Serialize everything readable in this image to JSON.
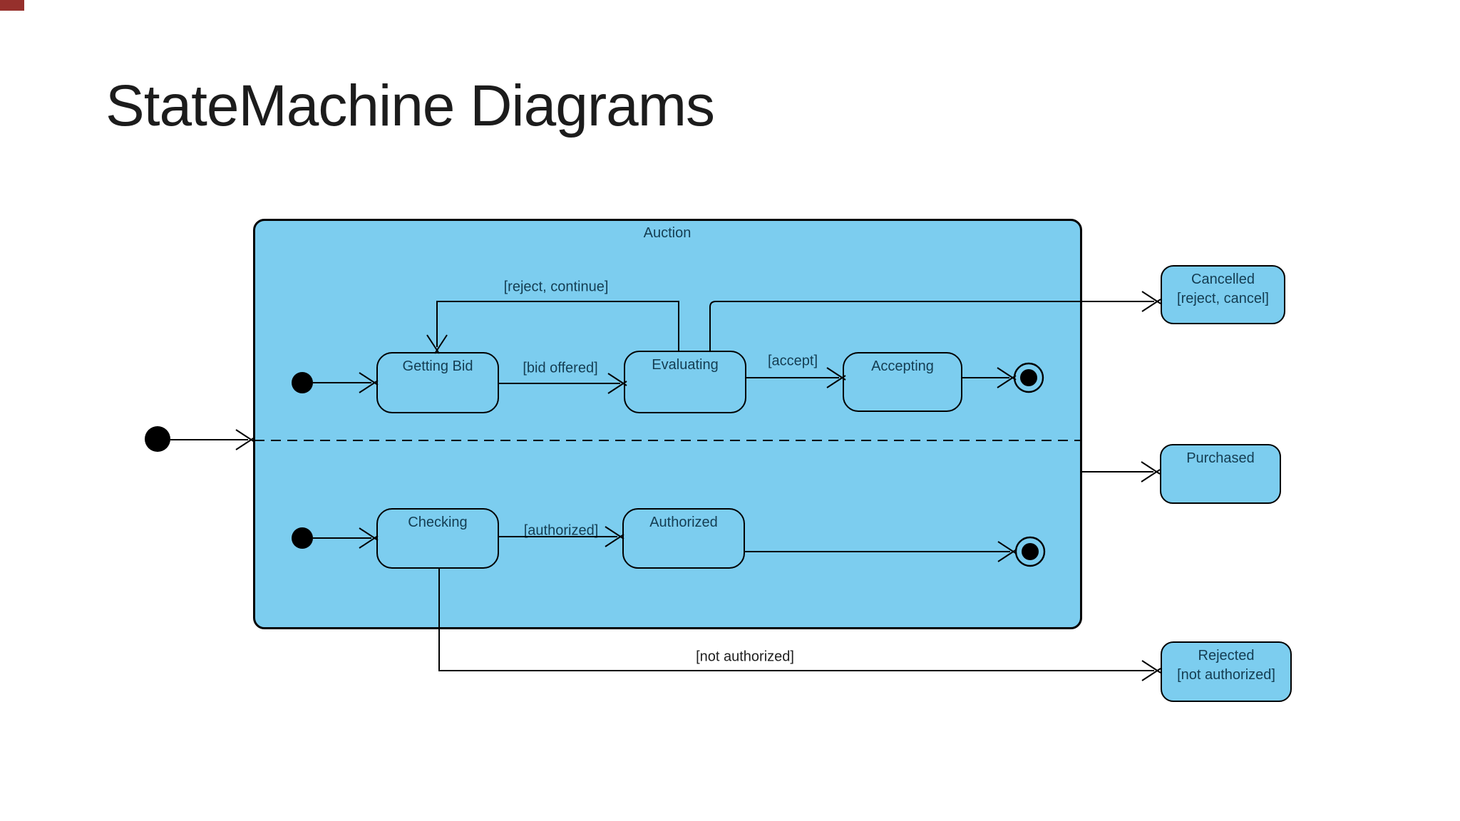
{
  "slide": {
    "title": "StateMachine Diagrams"
  },
  "diagram": {
    "auction_label": "Auction",
    "states": {
      "getting_bid": "Getting Bid",
      "evaluating": "Evaluating",
      "accepting": "Accepting",
      "checking": "Checking",
      "authorized": "Authorized"
    },
    "transitions": {
      "reject_continue": "[reject, continue]",
      "bid_offered": "[bid offered]",
      "accept": "[accept]",
      "authorized": "[authorized]",
      "not_authorized": "[not authorized]"
    },
    "external": {
      "cancelled": {
        "line1": "Cancelled",
        "line2": "[reject, cancel]"
      },
      "purchased": {
        "line1": "Purchased"
      },
      "rejected": {
        "line1": "Rejected",
        "line2": "[not authorized]"
      }
    },
    "colors": {
      "state_fill": "#7ccdef",
      "state_border": "#000000",
      "label_ink": "#143d52",
      "plain_ink": "#1f1f1f",
      "title_ink": "#1c1c1c",
      "artifact": "#96302c"
    }
  }
}
